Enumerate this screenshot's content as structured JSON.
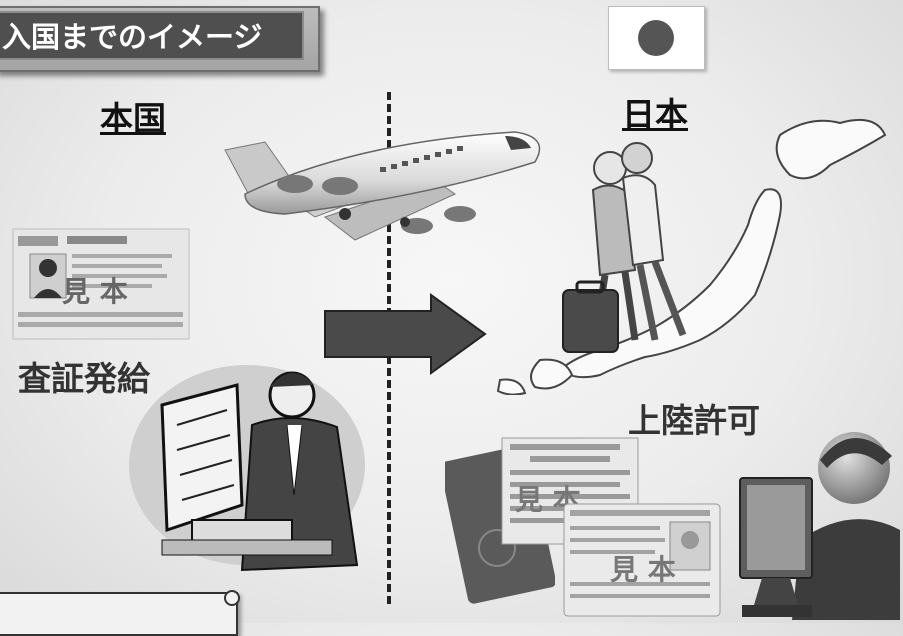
{
  "title": "入国までのイメージ",
  "left_heading": "本国",
  "right_heading": "日本",
  "label_visa": "査証発給",
  "label_landing": "上陸許可",
  "stamp_char_1": "見",
  "stamp_char_2": "本",
  "icons": {
    "airplane": "airplane-icon",
    "arrow": "arrow-right-icon",
    "flag": "japan-flag-icon",
    "map": "japan-map-icon",
    "travelers": "travelers-icon",
    "officer": "officer-icon",
    "immigration_officer": "immigration-officer-icon",
    "visa": "visa-sticker-icon",
    "passport": "passport-icon",
    "residence_card": "residence-card-icon"
  }
}
